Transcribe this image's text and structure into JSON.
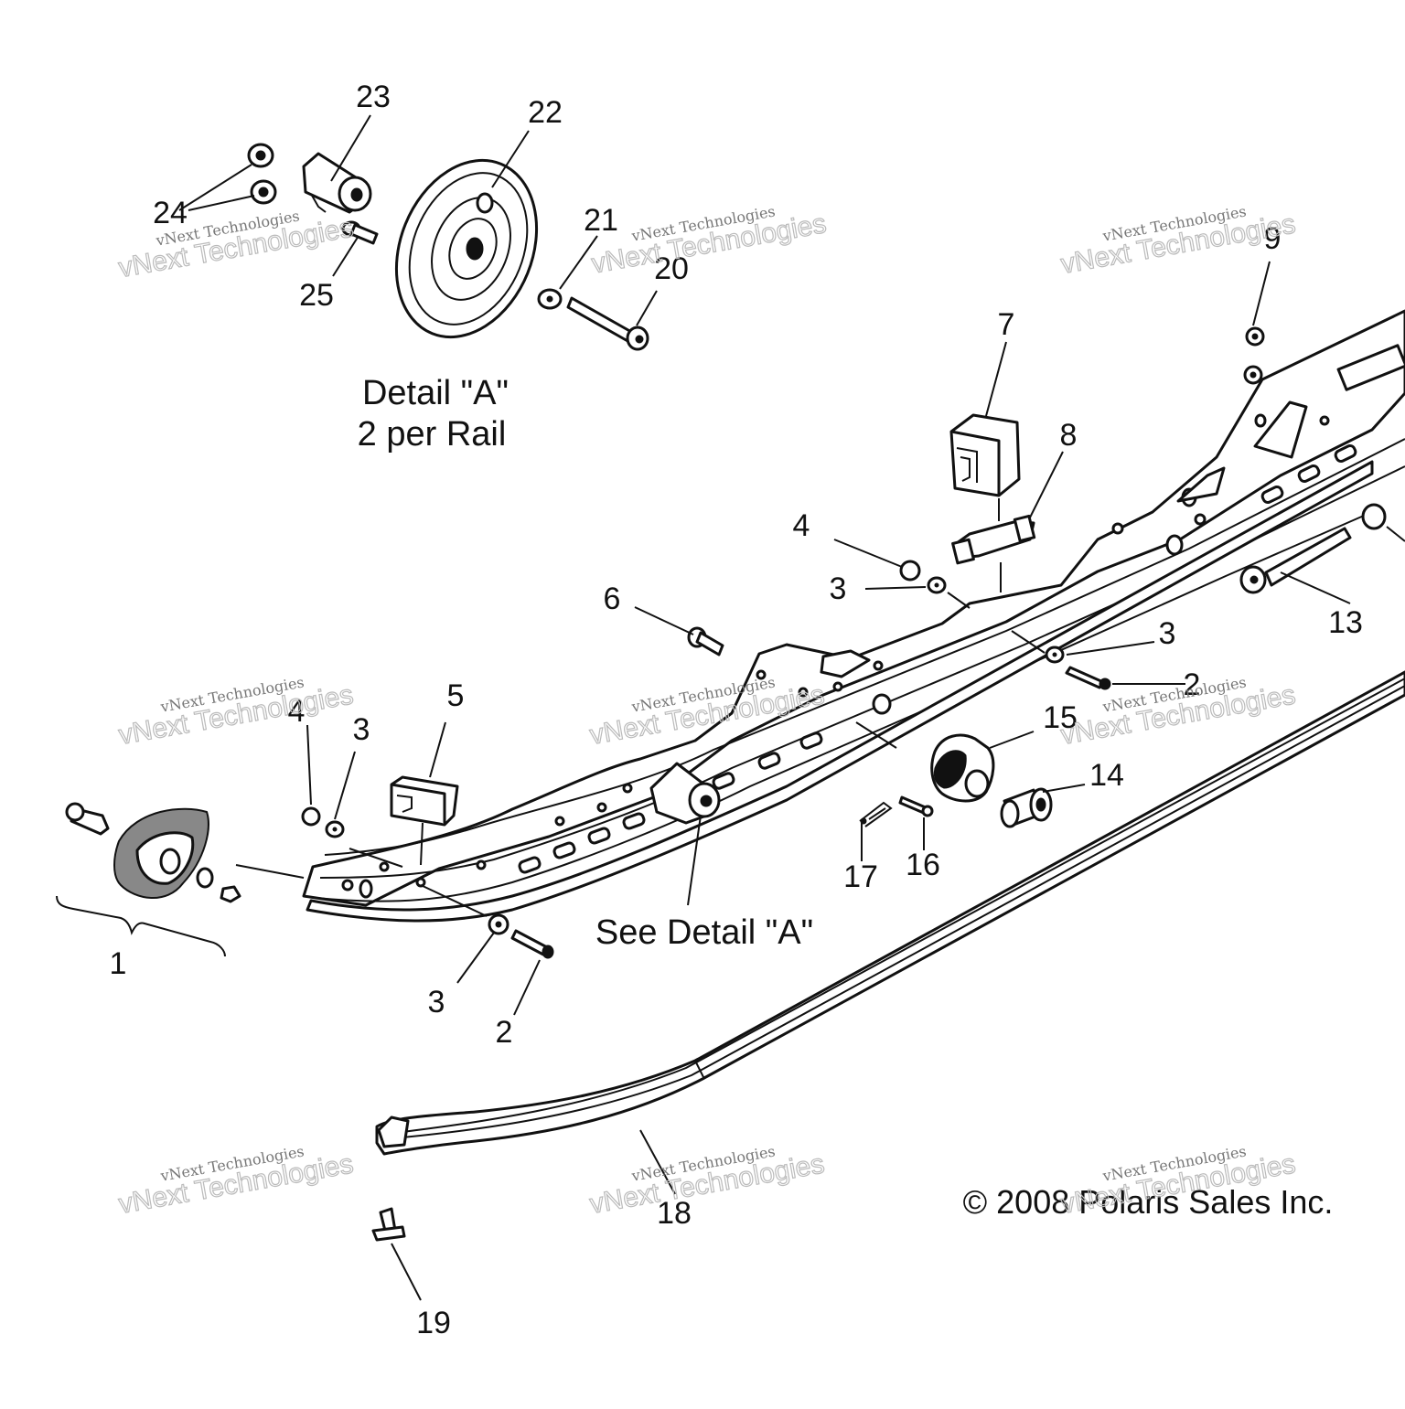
{
  "labels": {
    "n1": "1",
    "n2a": "2",
    "n2b": "2",
    "n3a": "3",
    "n3b": "3",
    "n3c": "3",
    "n3d": "3",
    "n4a": "4",
    "n4b": "4",
    "n5": "5",
    "n6": "6",
    "n7": "7",
    "n8": "8",
    "n9": "9",
    "n13": "13",
    "n14": "14",
    "n15": "15",
    "n16": "16",
    "n17": "17",
    "n18": "18",
    "n19": "19",
    "n20": "20",
    "n21": "21",
    "n22": "22",
    "n23": "23",
    "n24": "24",
    "n25": "25"
  },
  "captions": {
    "detail_title": "Detail \"A\"",
    "detail_sub": "2 per Rail",
    "see_detail": "See Detail \"A\""
  },
  "copyright": "© 2008 Polaris Sales Inc.",
  "watermark": {
    "line1": "vNext Technologies",
    "line2": "vNext Technologies"
  }
}
